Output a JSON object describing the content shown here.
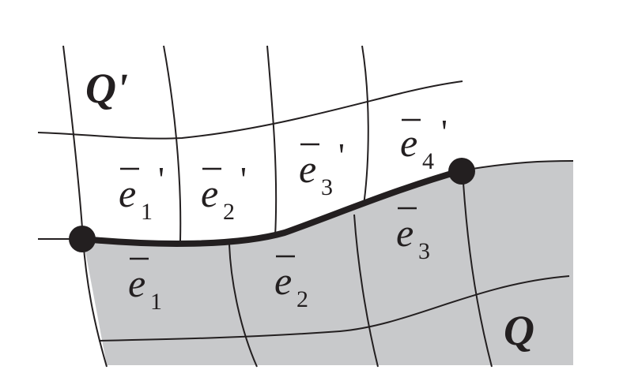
{
  "diagram": {
    "regions": {
      "lower": "Q",
      "upper": "Q'"
    },
    "lower_edges": [
      {
        "base": "e",
        "sub": "1",
        "prime": ""
      },
      {
        "base": "e",
        "sub": "2",
        "prime": ""
      },
      {
        "base": "e",
        "sub": "3",
        "prime": ""
      }
    ],
    "upper_edges": [
      {
        "base": "e",
        "sub": "1",
        "prime": "'"
      },
      {
        "base": "e",
        "sub": "2",
        "prime": "'"
      },
      {
        "base": "e",
        "sub": "3",
        "prime": "'"
      },
      {
        "base": "e",
        "sub": "4",
        "prime": "'"
      }
    ],
    "colors": {
      "lower_fill": "#c8c9cb",
      "ink": "#231f20"
    }
  }
}
